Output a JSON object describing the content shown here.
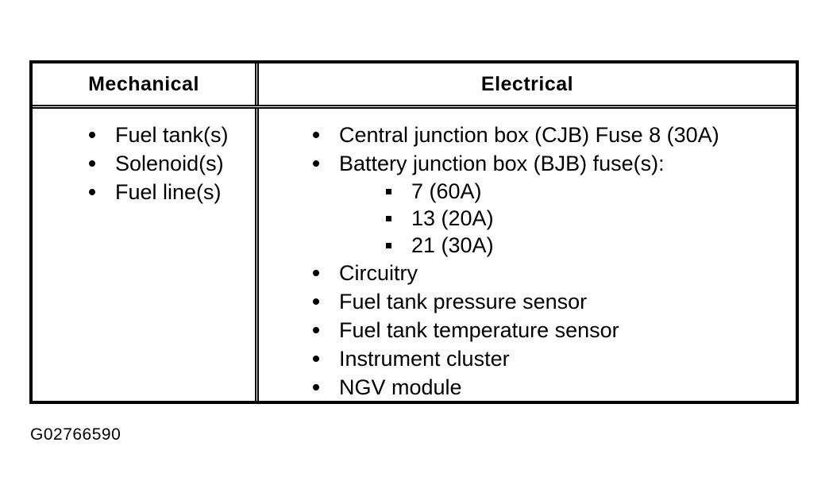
{
  "table": {
    "headers": {
      "mechanical": "Mechanical",
      "electrical": "Electrical"
    },
    "mechanical": [
      "Fuel tank(s)",
      "Solenoid(s)",
      "Fuel line(s)"
    ],
    "electrical": {
      "items_before": [
        "Central junction box (CJB) Fuse 8 (30A)",
        "Battery junction box (BJB) fuse(s):"
      ],
      "sub_items": [
        "7 (60A)",
        "13 (20A)",
        "21 (30A)"
      ],
      "items_after": [
        "Circuitry",
        "Fuel tank pressure sensor",
        "Fuel tank temperature sensor",
        "Instrument cluster",
        "NGV module"
      ]
    }
  },
  "figure_id": "G02766590"
}
